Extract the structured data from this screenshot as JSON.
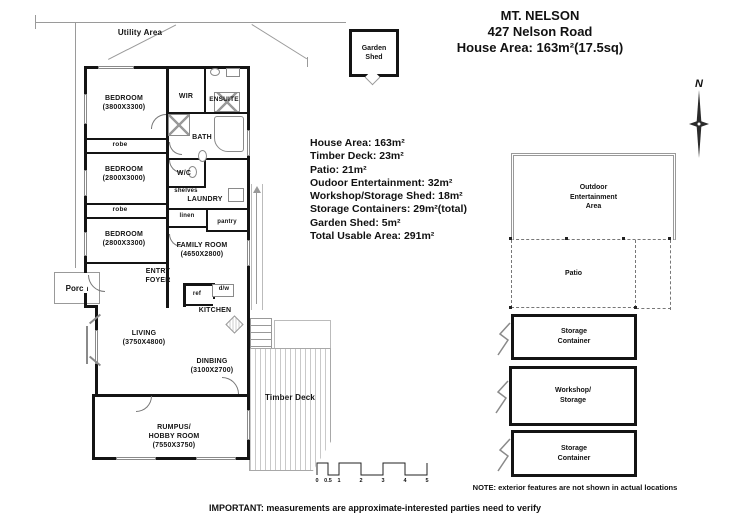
{
  "header": {
    "title": "MT. NELSON",
    "address": "427 Nelson Road",
    "house_area": "House Area: 163m²(17.5sq)"
  },
  "info": {
    "lines": [
      "House Area: 163m²",
      "Timber Deck: 23m²",
      "Patio: 21m²",
      "Oudoor Entertainment: 32m²",
      "Workshop/Storage Shed: 18m²",
      "Storage Containers: 29m²(total)",
      "Garden Shed: 5m²",
      "Total Usable Area: 291m²"
    ]
  },
  "compass": {
    "north_label": "N"
  },
  "plan": {
    "labels": {
      "utility": "Utility Area",
      "bedroom1": "BEDROOM\n(3800X3300)",
      "wir": "WIR",
      "ensuite": "ENSUITE",
      "bath": "BATH",
      "robe1": "robe",
      "bedroom2": "BEDROOM\n(2800X3000)",
      "wc": "W/C",
      "shelves": "shelves",
      "laundry": "LAUNDRY",
      "robe2": "robe",
      "bedroom3": "BEDROOM\n(2800X3300)",
      "linen": "linen",
      "pantry": "pantry",
      "family": "FAMILY ROOM\n(4650X2800)",
      "porch": "Porch",
      "entry": "ENTRY\nFOYER",
      "ref": "ref",
      "dw": "d/w",
      "kitchen": "KITCHEN",
      "living": "LIVING\n(3750X4800)",
      "dining": "DINBING\n(3100X2700)",
      "rumpus": "RUMPUS/\nHOBBY ROOM\n(7550X3750)",
      "deck": "Timber Deck",
      "garden_shed": "Garden\nShed"
    }
  },
  "exterior": {
    "features": {
      "oea": "Outdoor\nEntertainment\nArea",
      "patio": "Patio",
      "storage1": "Storage\nContainer",
      "workshop": "Workshop/\nStorage",
      "storage2": "Storage\nContainer"
    },
    "note": "NOTE: exterior features are not shown in actual locations"
  },
  "scale": {
    "labels": [
      "0",
      "0.5",
      "1",
      "2",
      "3",
      "4",
      "5"
    ]
  },
  "footer": {
    "disclaimer": "IMPORTANT: measurements are approximate-interested parties need to verify"
  }
}
